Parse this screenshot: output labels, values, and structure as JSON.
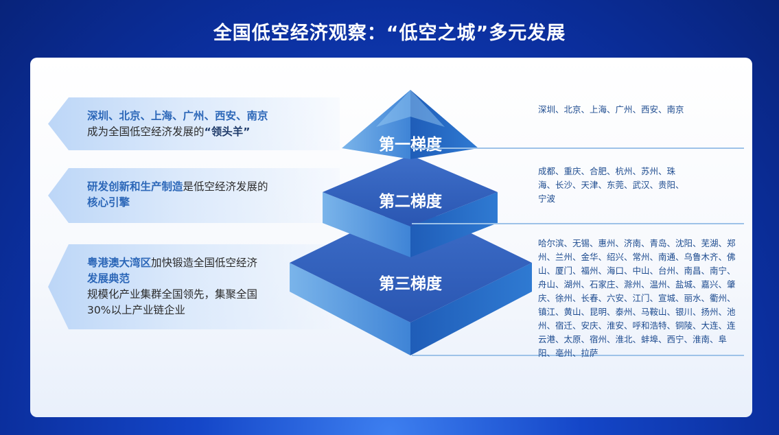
{
  "title": "全国低空经济观察：“低空之城”多元发展",
  "left_notes": [
    {
      "line1_highlight": "深圳、北京、上海、广州、西安、南京",
      "line2_before": "成为全国低空经济发展的",
      "line2_highlight": "“领头羊”"
    },
    {
      "line1_highlight": "研发创新和生产制造",
      "line1_rest": "是低空经济发展的",
      "line2_highlight": "核心引擎"
    },
    {
      "line1_highlight": "粤港澳大湾区",
      "line1_rest": "加快锻造全国低空经济",
      "line2_highlight": "发展典范",
      "line3": "规模化产业集群全国领先，集聚全国",
      "line4": "30%以上产业链企业"
    }
  ],
  "tiers": [
    {
      "label": "第一梯度",
      "cities": "深圳、北京、上海、广州、西安、南京"
    },
    {
      "label": "第二梯度",
      "cities": "成都、重庆、合肥、杭州、苏州、珠海、长沙、天津、东莞、武汉、贵阳、宁波"
    },
    {
      "label": "第三梯度",
      "cities": "哈尔滨、无锡、惠州、济南、青岛、沈阳、芜湖、郑州、兰州、金华、绍兴、常州、南通、乌鲁木齐、佛山、厦门、福州、海口、中山、台州、南昌、南宁、舟山、湖州、石家庄、滁州、温州、盐城、嘉兴、肇庆、徐州、长春、六安、江门、宣城、丽水、衢州、镇江、黄山、昆明、泰州、马鞍山、银川、扬州、池州、宿迁、安庆、淮安、呼和浩特、铜陵、大连、连云港、太原、宿州、淮北、蚌埠、西宁、淮南、阜阳、亳州、拉萨"
    }
  ]
}
